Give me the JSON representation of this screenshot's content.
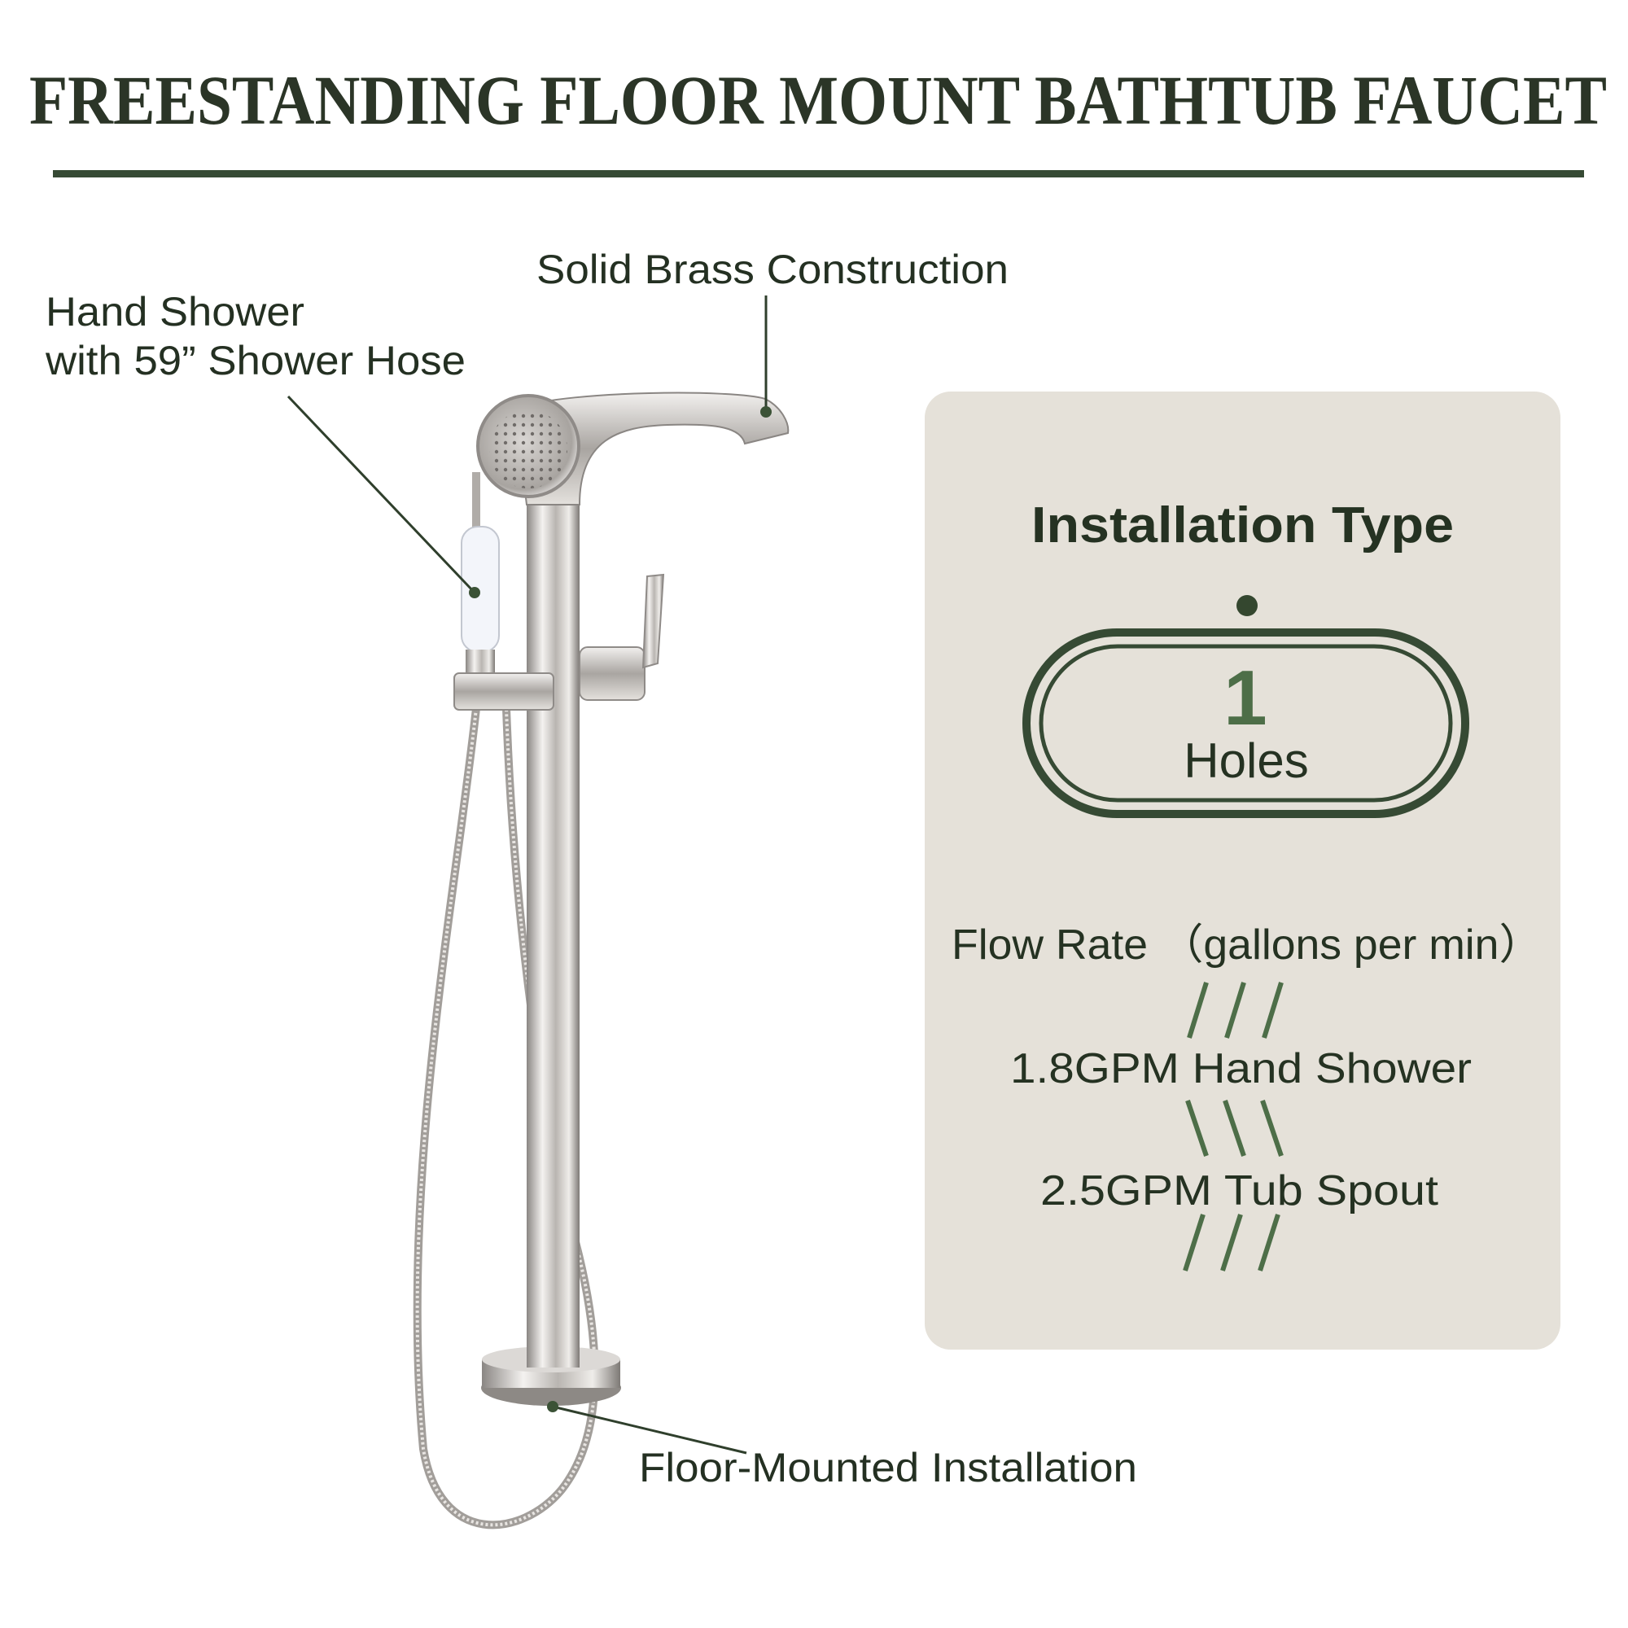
{
  "title": "FREESTANDING FLOOR MOUNT BATHTUB FAUCET",
  "callouts": {
    "solid_brass": "Solid Brass Construction",
    "hand_shower_line1": "Hand Shower",
    "hand_shower_line2": "with 59” Shower Hose",
    "floor_mounted": "Floor-Mounted Installation"
  },
  "panel": {
    "installation_heading": "Installation Type",
    "holes_count": "1",
    "holes_label": "Holes",
    "flow_rate_heading": "Flow Rate （gallons per min）",
    "hand_shower_rate": "1.8GPM Hand Shower",
    "tub_spout_rate": "2.5GPM Tub Spout"
  },
  "colors": {
    "dark_green": "#2f3f2c",
    "accent_green": "#4d6e48",
    "panel_bg": "#e5e1d9"
  }
}
